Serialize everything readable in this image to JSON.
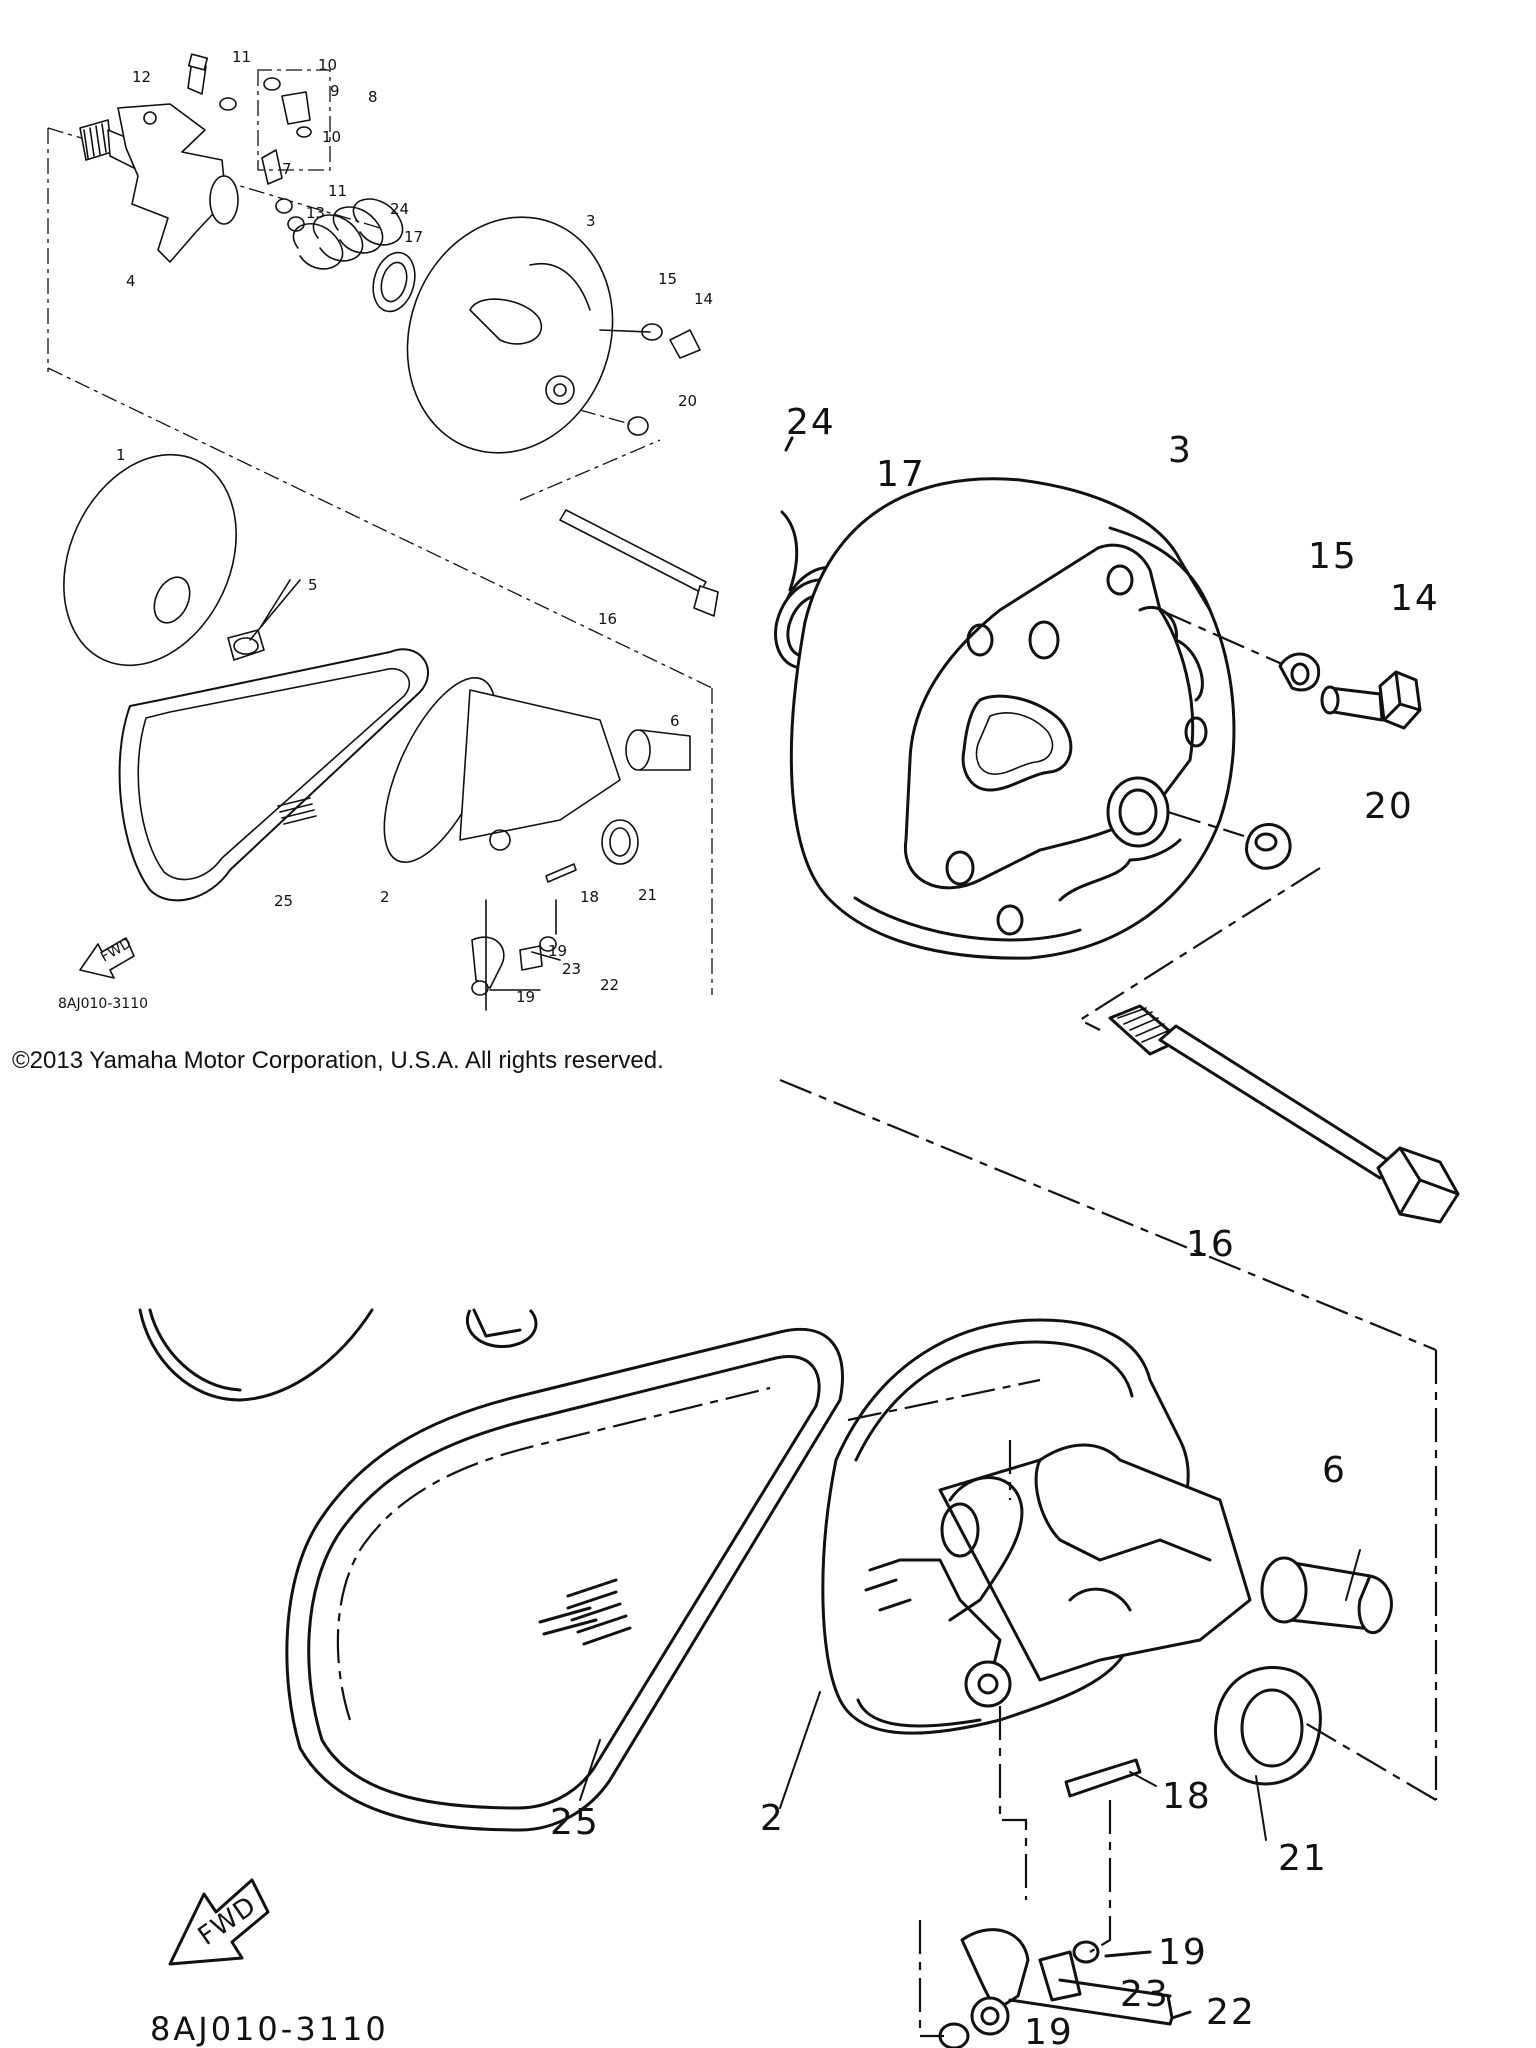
{
  "copyright": "©2013 Yamaha Motor Corporation, U.S.A. All rights reserved.",
  "diagram_code": "8AJ010-3110",
  "fwd_label": "FWD",
  "parts": {
    "p1": "1",
    "p2": "2",
    "p3": "3",
    "p4": "4",
    "p5": "5",
    "p6": "6",
    "p7": "7",
    "p8": "8",
    "p9": "9",
    "p10": "10",
    "p11": "11",
    "p12": "12",
    "p13": "13",
    "p14": "14",
    "p15": "15",
    "p16": "16",
    "p17": "17",
    "p18": "18",
    "p19": "19",
    "p20": "20",
    "p21": "21",
    "p22": "22",
    "p23": "23",
    "p24": "24",
    "p25": "25"
  }
}
